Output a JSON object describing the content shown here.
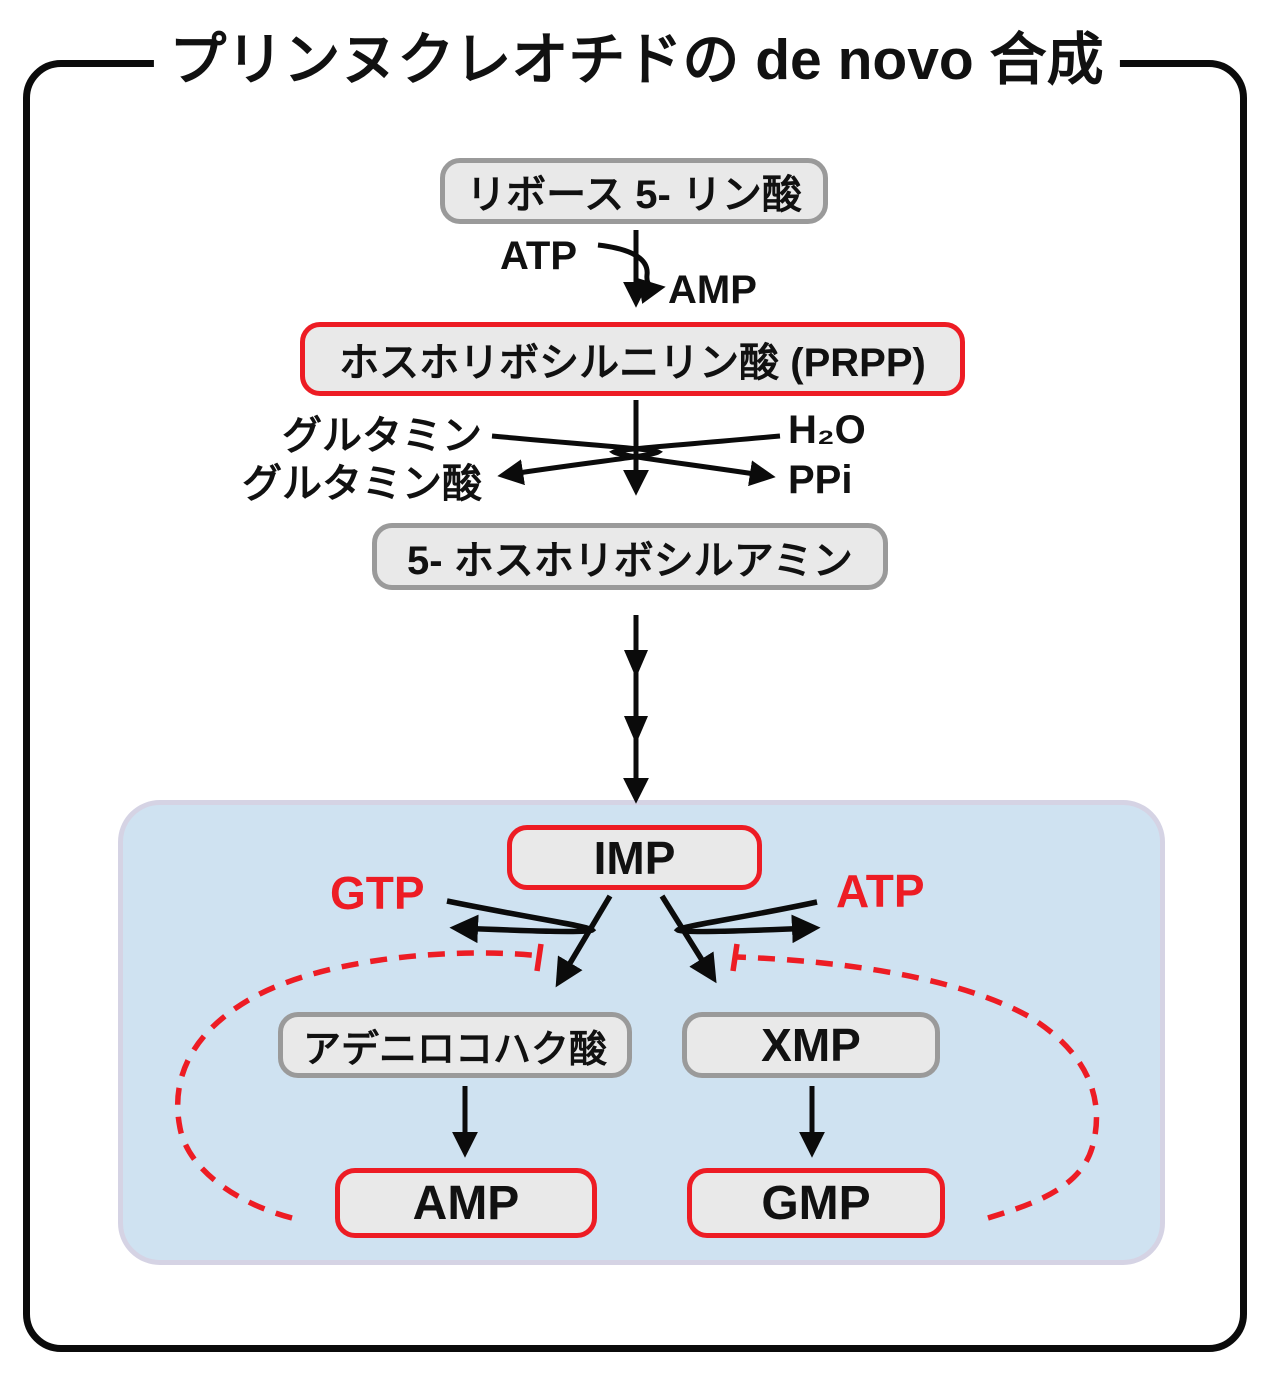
{
  "title": "プリンヌクレオチドの de novo 合成",
  "pathway": {
    "ribose5p": "リボース 5- リン酸",
    "prpp": "ホスホリボシルニリン酸 (PRPP)",
    "phosphoribosylamine": "5- ホスホリボシルアミン",
    "imp": "IMP",
    "adenylosuccinate": "アデニロコハク酸",
    "xmp": "XMP",
    "amp": "AMP",
    "gmp": "GMP"
  },
  "cofactors": {
    "atp_consumed": "ATP",
    "amp_produced": "AMP",
    "glutamine": "グルタミン",
    "glutamate": "グルタミン酸",
    "water": "H₂O",
    "ppi": "PPi",
    "gtp": "GTP",
    "atp": "ATP"
  },
  "colors": {
    "accent_red": "#ed1c24",
    "box_fill": "#e9e9e9",
    "gray_border": "#9a9a9a",
    "panel_fill": "#cfe2f1",
    "panel_border": "#d5d3e4",
    "line_black": "#0b0b0b"
  }
}
